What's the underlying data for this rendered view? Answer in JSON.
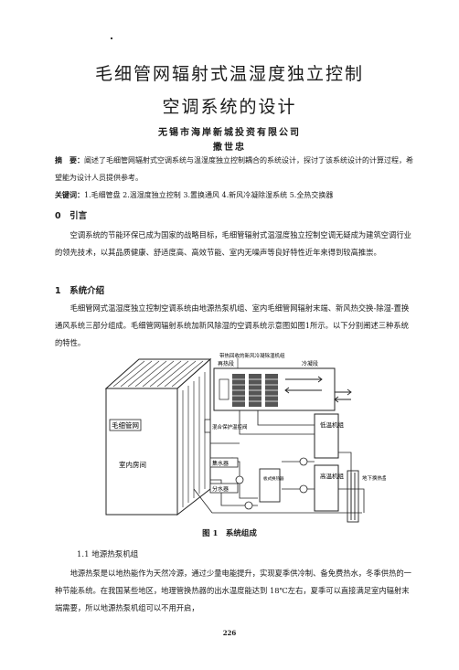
{
  "title": {
    "line1": "毛细管网辐射式温湿度独立控制",
    "line2": "空调系统的设计"
  },
  "affiliation": "无锡市海岸新城投资有限公司",
  "author": "撒世忠",
  "abstract": {
    "label": "摘　要：",
    "text": "阐述了毛细管网辐射式空调系统与温湿度独立控制耦合的系统设计，探讨了该系统设计的计算过程，希望能为设计人员提供参考。"
  },
  "keywords": {
    "label": "关键词：",
    "text": "1.毛细管盘 2.温湿度独立控制 3.置换通风 4.新风冷凝除湿系统 5.全热交换器"
  },
  "section0": {
    "heading": "0　引言",
    "text": "空调系统的节能环保已成为国家的战略目标，毛细管辐射式温湿度独立控制空调无疑成为建筑空调行业的领先技术，以其品质健康、舒适度高、高效节能、室内无噪声等良好特性近年来得到较高推崇。"
  },
  "section1": {
    "heading": "1　系统介绍",
    "text": "毛细管网式温湿度独立控制空调系统由地源热泵机组、室内毛细管网辐射末端、新风热交换-除湿-置换通风系统三部分组成。毛细管网辐射系统加新风除湿的空调系统示意图如图1所示。以下分别阐述三种系统的特性。"
  },
  "figure": {
    "labels": {
      "top": "带热回收的新风冷凝除湿机组",
      "reheat": "再热段",
      "cooling": "冷凝段",
      "capillary": "毛细管网",
      "room": "室内房间",
      "mixing": "混合保护温控阀",
      "collector": "集水器",
      "distributor": "分水器",
      "plate_hx": "板式换热器",
      "low_temp_unit": "低温机组",
      "high_temp_unit": "高温机组",
      "ground_hx": "地下换热盘管"
    },
    "caption": "图 1　系统组成"
  },
  "subsection": {
    "heading": "1.1 地源热泵机组",
    "text": "地源热泵是以地热能作为天然冷源，通过少量电能提升，实现夏季供冷制、备免费热水，冬季供热的一种节能系统。在我国某些地区，地理管换热器的出水温度能达到 18℃左右，夏季可以直接满足室内辐射末端需要，所以地源热泵机组可以不用开启，"
  },
  "page_number": "226"
}
